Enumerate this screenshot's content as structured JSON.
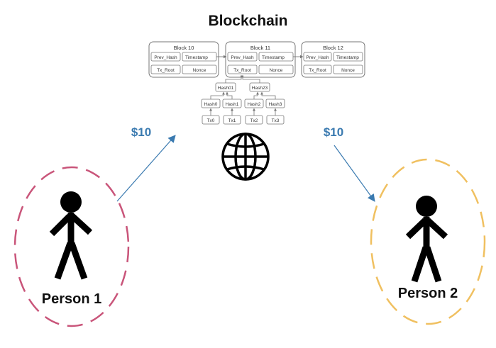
{
  "title": "Blockchain",
  "blocks": [
    {
      "name": "Block 10",
      "fields": [
        "Prev_Hash",
        "Timestamp",
        "Tx_Root",
        "Nonce"
      ]
    },
    {
      "name": "Block 11",
      "fields": [
        "Prev_Hash",
        "Timestamp",
        "Tx_Root",
        "Nonce"
      ]
    },
    {
      "name": "Block 12",
      "fields": [
        "Prev_Hash",
        "Timestamp",
        "Tx_Root",
        "Nonce"
      ]
    }
  ],
  "merkle": {
    "level2": [
      "Hash01",
      "Hash23"
    ],
    "level1": [
      "Hash0",
      "Hash1",
      "Hash2",
      "Hash3"
    ],
    "txs": [
      "Tx0",
      "Tx1",
      "Tx2",
      "Tx3"
    ]
  },
  "network_icon": "globe-icon",
  "transfers": [
    {
      "amount": "$10",
      "color": "#3a7ab0"
    },
    {
      "amount": "$10",
      "color": "#3a7ab0"
    }
  ],
  "persons": [
    {
      "label": "Person 1",
      "ellipse_color": "#c9557a"
    },
    {
      "label": "Person 2",
      "ellipse_color": "#f0c060"
    }
  ]
}
